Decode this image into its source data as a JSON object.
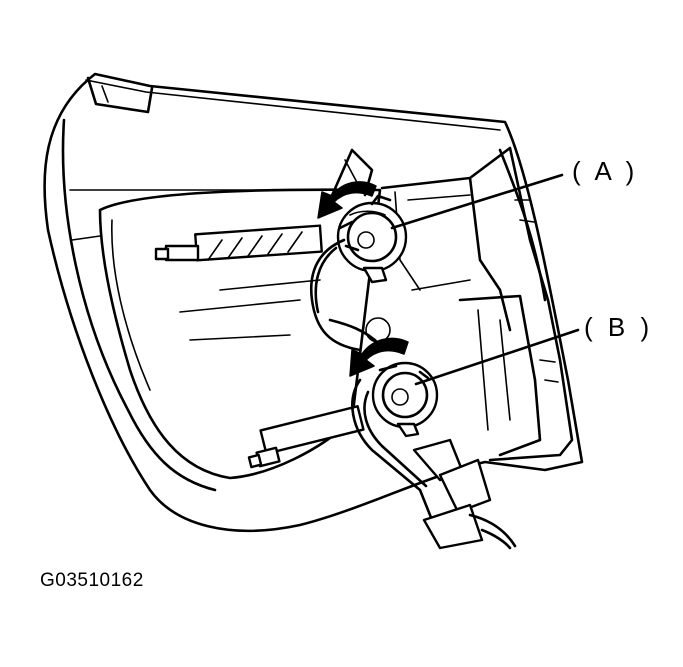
{
  "callouts": {
    "a": "( A )",
    "b": "( B )"
  },
  "figure_id": "G03510162",
  "colors": {
    "line": "#000000",
    "background": "#ffffff"
  }
}
